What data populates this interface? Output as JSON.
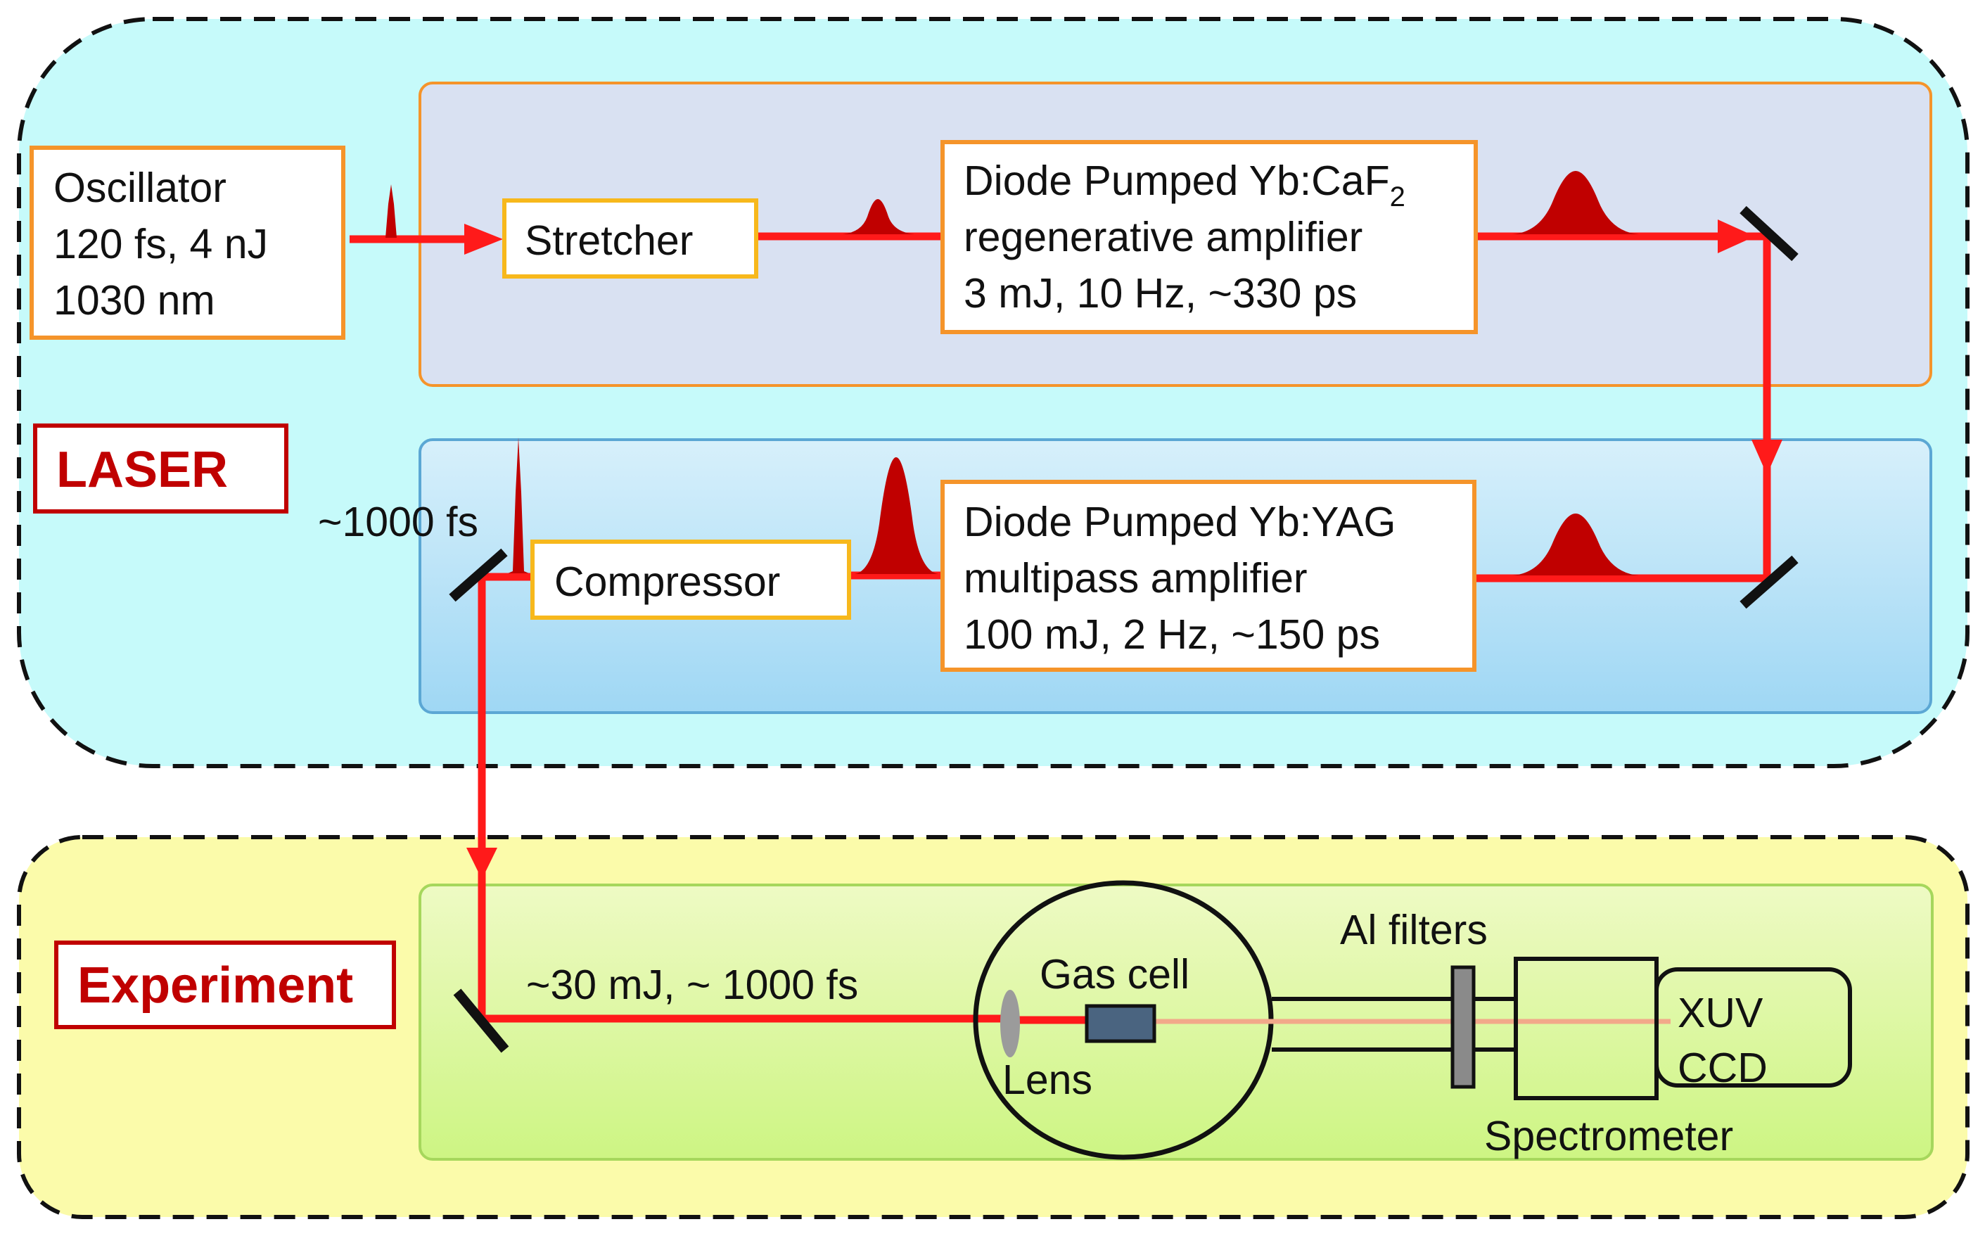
{
  "sections": {
    "laser": {
      "title": "LASER"
    },
    "experiment": {
      "title": "Experiment"
    }
  },
  "oscillator": {
    "line1": "Oscillator",
    "line2": "120 fs, 4 nJ",
    "line3": "1030 nm"
  },
  "stretcher": {
    "label": "Stretcher"
  },
  "regen": {
    "line1_prefix": "Diode Pumped Yb:CaF",
    "line1_sub": "2",
    "line2": "regenerative amplifier",
    "line3": "3 mJ, 10 Hz, ~330 ps"
  },
  "multipass": {
    "line1": "Diode Pumped Yb:YAG",
    "line2": "multipass amplifier",
    "line3": "100 mJ, 2 Hz, ~150 ps"
  },
  "compressor": {
    "label": "Compressor"
  },
  "compressed_duration": "~1000 fs",
  "beam_to_experiment": "~30 mJ, ~ 1000 fs",
  "experiment_parts": {
    "lens": "Lens",
    "gas_cell": "Gas cell",
    "al_filters": "Al filters",
    "spectrometer": "Spectrometer",
    "xuv_ccd_line1": "XUV",
    "xuv_ccd_line2": "CCD"
  },
  "colors": {
    "laser_bg": "#c6fafa",
    "experiment_bg": "#fbfbaa",
    "beam": "#ff1a1a",
    "pulse": "#c00000",
    "box_border_orange": "#f5942a",
    "box_border_yellow": "#f7b81c",
    "section_title": "#c00000"
  }
}
